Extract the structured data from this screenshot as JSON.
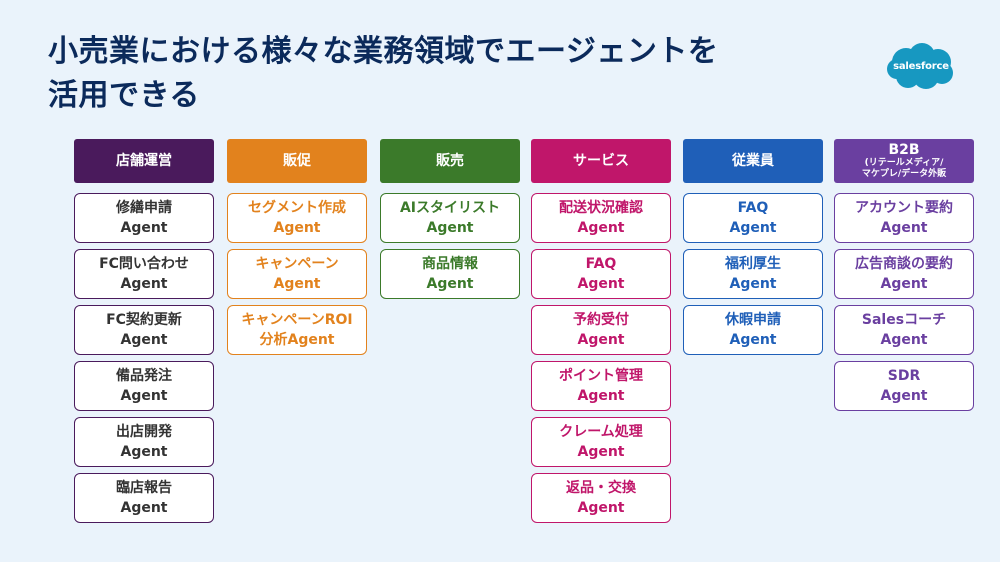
{
  "slide": {
    "title_line1": "小売業における様々な業務領域でエージェントを",
    "title_line2": "活用できる",
    "logo_text": "salesforce"
  },
  "colors": {
    "background": "#eaf3fb",
    "title": "#0b2a5b",
    "logo": "#1798c1"
  },
  "columns": [
    {
      "header": "店舗運営",
      "color": "#4a1a5c",
      "items": [
        {
          "line1": "修繕申請",
          "line2": "Agent"
        },
        {
          "line1": "FC問い合わせ",
          "line2": "Agent"
        },
        {
          "line1": "FC契約更新",
          "line2": "Agent"
        },
        {
          "line1": "備品発注",
          "line2": "Agent"
        },
        {
          "line1": "出店開発",
          "line2": "Agent"
        },
        {
          "line1": "臨店報告",
          "line2": "Agent"
        }
      ]
    },
    {
      "header": "販促",
      "color": "#e2821d",
      "items": [
        {
          "line1": "セグメント作成",
          "line2": "Agent"
        },
        {
          "line1": "キャンペーン",
          "line2": "Agent"
        },
        {
          "line1": "キャンペーンROI",
          "line2": "分析Agent"
        }
      ]
    },
    {
      "header": "販売",
      "color": "#3b7a2a",
      "items": [
        {
          "line1": "AIスタイリスト",
          "line2": "Agent"
        },
        {
          "line1": "商品情報",
          "line2": "Agent"
        }
      ]
    },
    {
      "header": "サービス",
      "color": "#c0166a",
      "items": [
        {
          "line1": "配送状況確認",
          "line2": "Agent"
        },
        {
          "line1": "FAQ",
          "line2": "Agent"
        },
        {
          "line1": "予約受付",
          "line2": "Agent"
        },
        {
          "line1": "ポイント管理",
          "line2": "Agent"
        },
        {
          "line1": "クレーム処理",
          "line2": "Agent"
        },
        {
          "line1": "返品・交換",
          "line2": "Agent"
        }
      ]
    },
    {
      "header": "従業員",
      "color": "#1f5fb8",
      "items": [
        {
          "line1": "FAQ",
          "line2": "Agent"
        },
        {
          "line1": "福利厚生",
          "line2": "Agent"
        },
        {
          "line1": "休暇申請",
          "line2": "Agent"
        }
      ]
    },
    {
      "header": "B2B",
      "header_sub": "(リテールメディア/\nマケプレ/データ外販",
      "color": "#6a3fa0",
      "items": [
        {
          "line1": "アカウント要約",
          "line2": "Agent"
        },
        {
          "line1": "広告商談の要約",
          "line2": "Agent"
        },
        {
          "line1": "Salesコーチ",
          "line2": "Agent"
        },
        {
          "line1": "SDR",
          "line2": "Agent"
        }
      ]
    }
  ]
}
